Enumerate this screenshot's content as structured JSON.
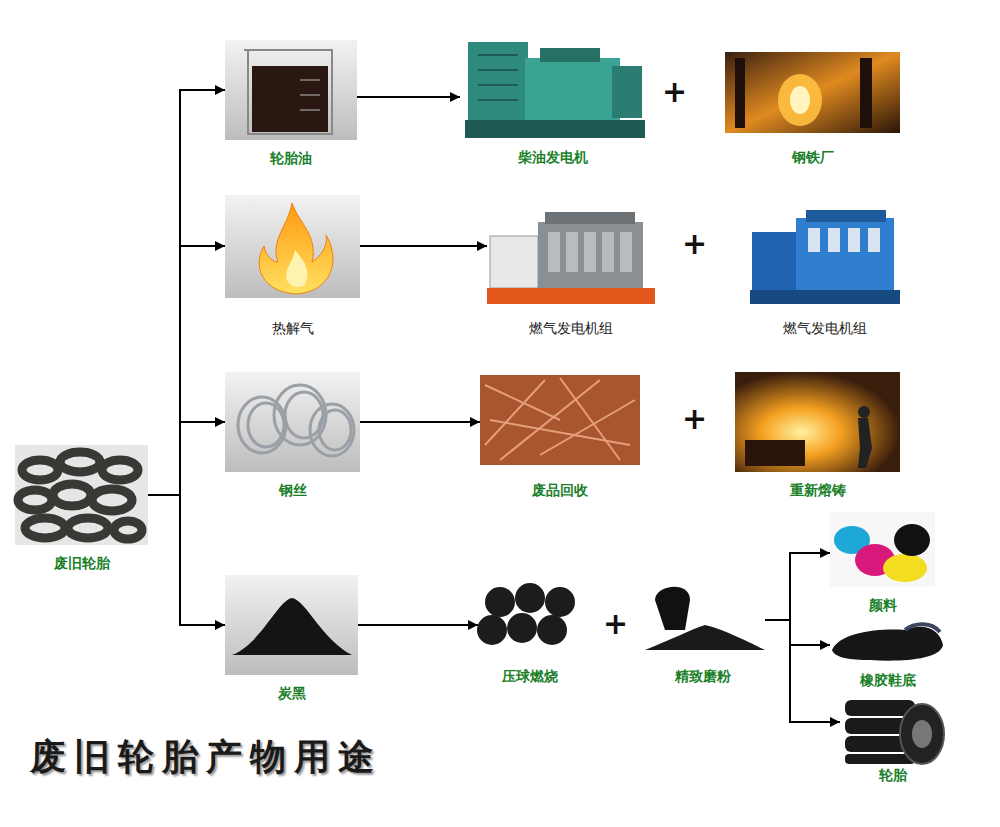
{
  "diagram": {
    "title": "废旧轮胎产物用途",
    "nodes": [
      {
        "text": [
          "废旧轮胎"
        ]
      },
      {
        "text": [
          "轮胎油"
        ]
      },
      {
        "text": [
          "柴油发电机"
        ]
      },
      {
        "text": [
          "钢铁厂"
        ]
      },
      {
        "text": [
          "热解气"
        ]
      },
      {
        "text": [
          "燃气发电机组"
        ]
      },
      {
        "text": [
          "燃气发电机组"
        ]
      },
      {
        "text": [
          "钢丝"
        ]
      },
      {
        "text": [
          "废品回收"
        ]
      },
      {
        "text": [
          "重新熔铸"
        ]
      },
      {
        "text": [
          "炭黑"
        ]
      },
      {
        "text": [
          "压球燃烧"
        ]
      },
      {
        "text": [
          "精致磨粉"
        ]
      },
      {
        "text": [
          "颜料"
        ]
      },
      {
        "text": [
          "橡胶鞋底"
        ]
      },
      {
        "text": [
          "轮胎"
        ]
      }
    ],
    "edges": [
      {
        "from": 0,
        "to": 1,
        "arrow": "to"
      },
      {
        "from": 0,
        "to": 4,
        "arrow": "to"
      },
      {
        "from": 0,
        "to": 7,
        "arrow": "to"
      },
      {
        "from": 0,
        "to": 10,
        "arrow": "to"
      },
      {
        "from": 1,
        "to": 2,
        "arrow": "to"
      },
      {
        "from": 4,
        "to": 5,
        "arrow": "to"
      },
      {
        "from": 7,
        "to": 8,
        "arrow": "to"
      },
      {
        "from": 10,
        "to": 11,
        "arrow": "to"
      },
      {
        "from": 12,
        "to": 13,
        "arrow": "to"
      },
      {
        "from": 12,
        "to": 14,
        "arrow": "to"
      },
      {
        "from": 12,
        "to": 15,
        "arrow": "to"
      }
    ],
    "labels": [
      "+",
      "+",
      "+",
      "+"
    ]
  }
}
